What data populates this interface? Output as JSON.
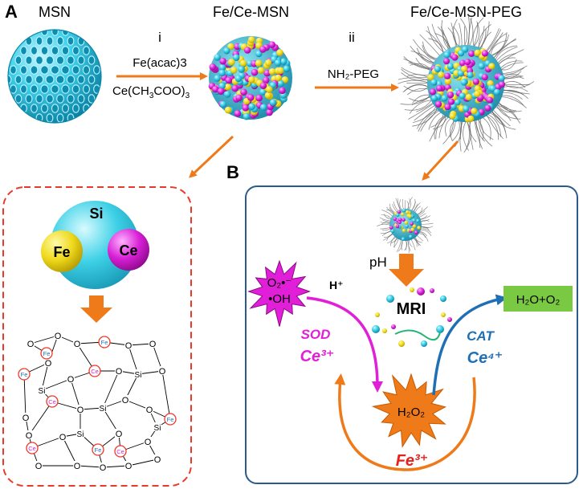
{
  "panel_a": {
    "label": "A",
    "msn": "MSN",
    "fece_msn": "Fe/Ce-MSN",
    "fece_msn_peg": "Fe/Ce-MSN-PEG",
    "step_i": "i",
    "step_i_reagent1": "Fe(acac)3",
    "step_i_reagent2_main": "Ce(CH",
    "step_i_reagent2_sub": "3",
    "step_i_reagent2_mid": "COO)",
    "step_i_reagent2_sub2": "3",
    "step_ii": "ii",
    "step_ii_reagent": "NH₂-PEG"
  },
  "composition": {
    "si": "Si",
    "fe": "Fe",
    "ce": "Ce",
    "colors": {
      "si": "#25c8e0",
      "fe": "#e8d215",
      "ce": "#d21ed2",
      "border": "#e83a2a"
    },
    "network_labels": {
      "o": "O",
      "si": "Si",
      "fe": "Fe",
      "ce": "Ce"
    }
  },
  "panel_b": {
    "label": "B",
    "ph": "pH",
    "mri": "MRI",
    "ros_line1": "O₂•⁻",
    "ros_line2": "•OH",
    "h_plus": "H⁺",
    "sod": "SOD",
    "ce3": "Ce³⁺",
    "cat": "CAT",
    "ce4": "Ce⁴⁺",
    "h2o2": "H₂O₂",
    "products": "H₂O+O₂",
    "fe3": "Fe³⁺",
    "colors": {
      "frame": "#2a5b8c",
      "magenta": "#e11fd8",
      "blue": "#1f6fb5",
      "orange": "#ef7a1a",
      "red": "#e8201a",
      "green": "#7ac943"
    }
  }
}
